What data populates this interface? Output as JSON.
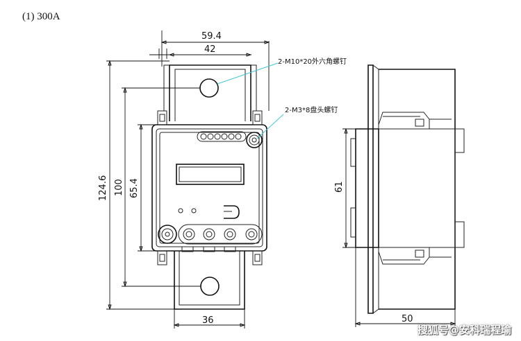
{
  "caption": "(1) 300A",
  "dimensions": {
    "width_overall": "59.4",
    "width_bar": "42",
    "height_total": "124.6",
    "height_holes": "100",
    "height_body": "65.4",
    "width_bottom_bar": "36",
    "side_height": "61",
    "side_depth": "50"
  },
  "callouts": {
    "hex_screw": "2-M10*20外六角螺钉",
    "pan_screw": "2-M3*8盘头螺钉"
  },
  "watermark": "搜狐号@安科瑞程瑜"
}
